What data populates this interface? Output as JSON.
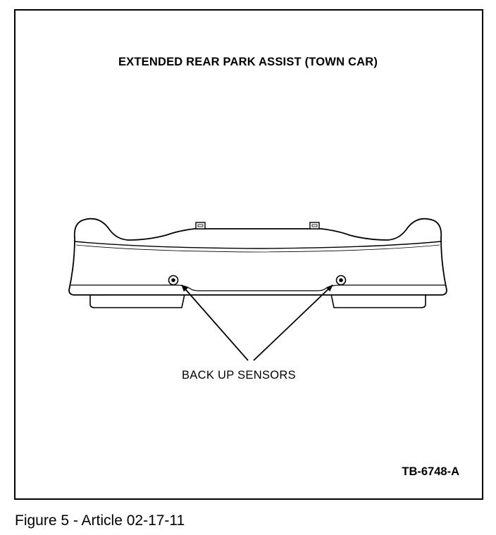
{
  "figure": {
    "title": "EXTENDED REAR PARK ASSIST (TOWN CAR)",
    "callout_label": "BACK UP SENSORS",
    "figure_code": "TB-6748-A"
  },
  "caption": "Figure 5 - Article 02-17-11"
}
